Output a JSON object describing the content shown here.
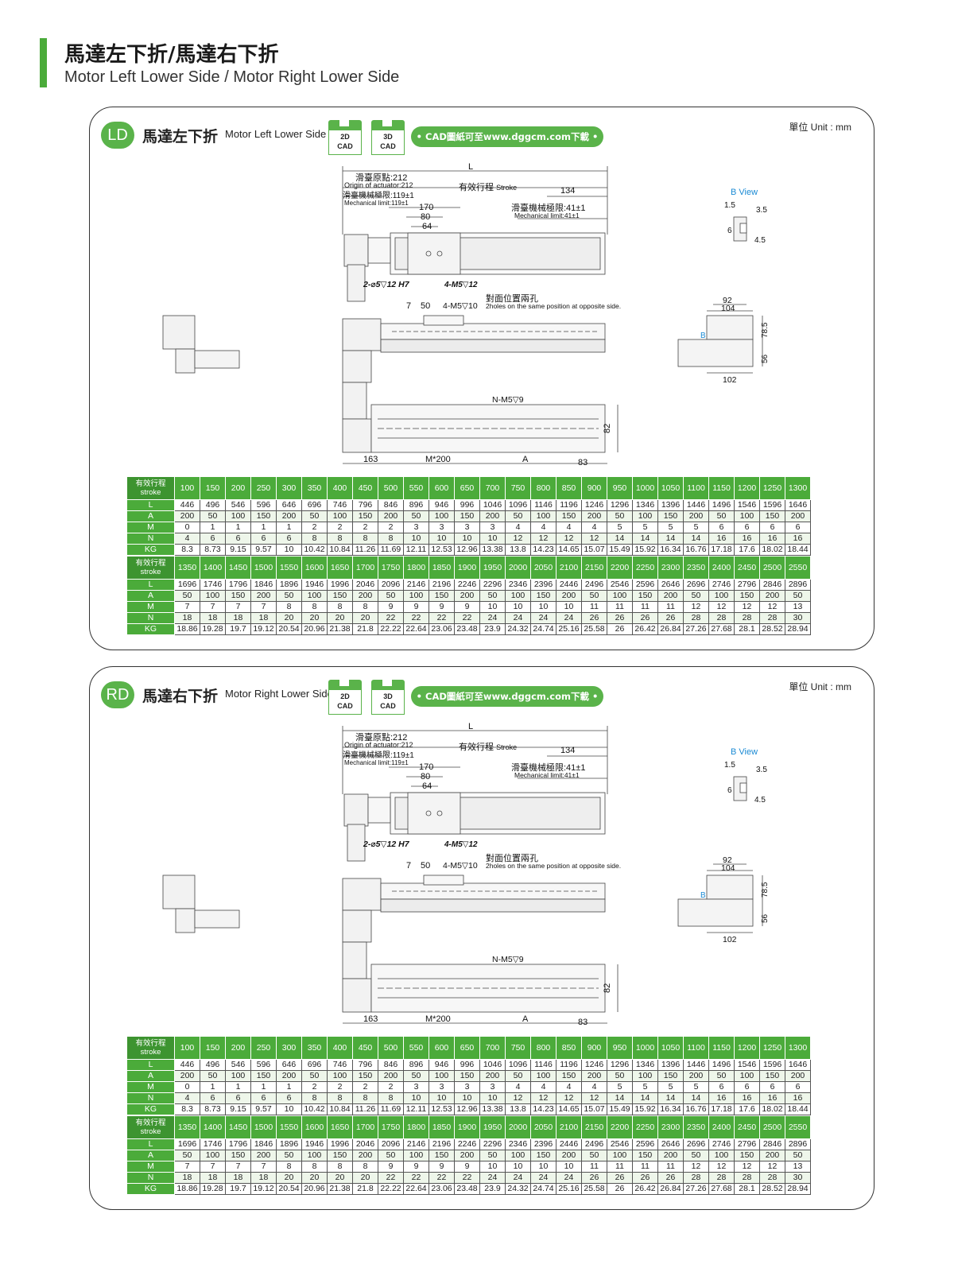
{
  "header": {
    "title_zh": "馬達左下折/馬達右下折",
    "title_en": "Motor Left Lower Side / Motor Right Lower Side"
  },
  "sections": [
    {
      "badge": "LD",
      "title_zh": "馬達左下折",
      "title_en": "Motor Left Lower Side",
      "cad_2d": [
        "2D",
        "CAD"
      ],
      "cad_3d": [
        "3D",
        "CAD"
      ],
      "download_note": "• CAD圖紙可至www.dggcm.com下載 •",
      "unit": "單位 Unit : mm",
      "drawing": {
        "L": "L",
        "origin_zh": "滑臺原點:212",
        "origin_en": "Origin of actuator:212",
        "stroke_zh": "有效行程",
        "stroke_en": "Stroke",
        "mech119_zh": "滑臺機械極限:119±1",
        "mech119_en": "Mechanical limit:119±1",
        "mech41_zh": "滑臺機械極限:41±1",
        "mech41_en": "Mechanical limit:41±1",
        "d170": "170",
        "d80": "80",
        "d64": "64",
        "d134": "134",
        "hole1": "2-⌀5▽12 H7",
        "hole2": "4-M5▽12",
        "hole3": "4-M5▽10",
        "d7": "7",
        "d50": "50",
        "opp_zh": "對面位置兩孔",
        "opp_en": "2holes on the same position at opposite side.",
        "nm5": "N-M5▽9",
        "d163": "163",
        "m200": "M*200",
        "a": "A",
        "d83": "83",
        "d82": "82",
        "bview": "B  View",
        "b15": "1.5",
        "b35": "3.5",
        "b6": "6",
        "b45": "4.5",
        "d92": "92",
        "d104": "104",
        "d785": "78.5",
        "d56": "56",
        "d102": "102",
        "b": "B"
      }
    },
    {
      "badge": "RD",
      "title_zh": "馬達右下折",
      "title_en": "Motor Right Lower Side",
      "cad_2d": [
        "2D",
        "CAD"
      ],
      "cad_3d": [
        "3D",
        "CAD"
      ],
      "download_note": "• CAD圖紙可至www.dggcm.com下載 •",
      "unit": "單位 Unit : mm",
      "drawing": {
        "L": "L",
        "origin_zh": "滑臺原點:212",
        "origin_en": "Origin of actuator:212",
        "stroke_zh": "有效行程",
        "stroke_en": "Stroke",
        "mech119_zh": "滑臺機械極限:119±1",
        "mech119_en": "Mechanical limit:119±1",
        "mech41_zh": "滑臺機械極限:41±1",
        "mech41_en": "Mechanical limit:41±1",
        "d170": "170",
        "d80": "80",
        "d64": "64",
        "d134": "134",
        "hole1": "2-⌀5▽12 H7",
        "hole2": "4-M5▽12",
        "hole3": "4-M5▽10",
        "d7": "7",
        "d50": "50",
        "opp_zh": "對面位置兩孔",
        "opp_en": "2holes on the same position at opposite side.",
        "nm5": "N-M5▽9",
        "d163": "163",
        "m200": "M*200",
        "a": "A",
        "d83": "83",
        "d82": "82",
        "bview": "B  View",
        "b15": "1.5",
        "b35": "3.5",
        "b6": "6",
        "b45": "4.5",
        "d92": "92",
        "d104": "104",
        "d785": "78.5",
        "d56": "56",
        "d102": "102",
        "b": "B"
      }
    }
  ],
  "table": {
    "stroke_label_zh": "有效行程",
    "stroke_label_en": "stroke",
    "row_labels": [
      "L",
      "A",
      "M",
      "N",
      "KG"
    ],
    "part1": {
      "stroke": [
        "100",
        "150",
        "200",
        "250",
        "300",
        "350",
        "400",
        "450",
        "500",
        "550",
        "600",
        "650",
        "700",
        "750",
        "800",
        "850",
        "900",
        "950",
        "1000",
        "1050",
        "1100",
        "1150",
        "1200",
        "1250",
        "1300"
      ],
      "L": [
        "446",
        "496",
        "546",
        "596",
        "646",
        "696",
        "746",
        "796",
        "846",
        "896",
        "946",
        "996",
        "1046",
        "1096",
        "1146",
        "1196",
        "1246",
        "1296",
        "1346",
        "1396",
        "1446",
        "1496",
        "1546",
        "1596",
        "1646"
      ],
      "A": [
        "200",
        "50",
        "100",
        "150",
        "200",
        "50",
        "100",
        "150",
        "200",
        "50",
        "100",
        "150",
        "200",
        "50",
        "100",
        "150",
        "200",
        "50",
        "100",
        "150",
        "200",
        "50",
        "100",
        "150",
        "200"
      ],
      "M": [
        "0",
        "1",
        "1",
        "1",
        "1",
        "2",
        "2",
        "2",
        "2",
        "3",
        "3",
        "3",
        "3",
        "4",
        "4",
        "4",
        "4",
        "5",
        "5",
        "5",
        "5",
        "6",
        "6",
        "6",
        "6"
      ],
      "N": [
        "4",
        "6",
        "6",
        "6",
        "6",
        "8",
        "8",
        "8",
        "8",
        "10",
        "10",
        "10",
        "10",
        "12",
        "12",
        "12",
        "12",
        "14",
        "14",
        "14",
        "14",
        "16",
        "16",
        "16",
        "16"
      ],
      "KG": [
        "8.3",
        "8.73",
        "9.15",
        "9.57",
        "10",
        "10.42",
        "10.84",
        "11.26",
        "11.69",
        "12.11",
        "12.53",
        "12.96",
        "13.38",
        "13.8",
        "14.23",
        "14.65",
        "15.07",
        "15.49",
        "15.92",
        "16.34",
        "16.76",
        "17.18",
        "17.6",
        "18.02",
        "18.44"
      ]
    },
    "part2": {
      "stroke": [
        "1350",
        "1400",
        "1450",
        "1500",
        "1550",
        "1600",
        "1650",
        "1700",
        "1750",
        "1800",
        "1850",
        "1900",
        "1950",
        "2000",
        "2050",
        "2100",
        "2150",
        "2200",
        "2250",
        "2300",
        "2350",
        "2400",
        "2450",
        "2500",
        "2550"
      ],
      "L": [
        "1696",
        "1746",
        "1796",
        "1846",
        "1896",
        "1946",
        "1996",
        "2046",
        "2096",
        "2146",
        "2196",
        "2246",
        "2296",
        "2346",
        "2396",
        "2446",
        "2496",
        "2546",
        "2596",
        "2646",
        "2696",
        "2746",
        "2796",
        "2846",
        "2896"
      ],
      "A": [
        "50",
        "100",
        "150",
        "200",
        "50",
        "100",
        "150",
        "200",
        "50",
        "100",
        "150",
        "200",
        "50",
        "100",
        "150",
        "200",
        "50",
        "100",
        "150",
        "200",
        "50",
        "100",
        "150",
        "200",
        "50"
      ],
      "M": [
        "7",
        "7",
        "7",
        "7",
        "8",
        "8",
        "8",
        "8",
        "9",
        "9",
        "9",
        "9",
        "10",
        "10",
        "10",
        "10",
        "11",
        "11",
        "11",
        "11",
        "12",
        "12",
        "12",
        "12",
        "13"
      ],
      "N": [
        "18",
        "18",
        "18",
        "18",
        "20",
        "20",
        "20",
        "20",
        "22",
        "22",
        "22",
        "22",
        "24",
        "24",
        "24",
        "24",
        "26",
        "26",
        "26",
        "26",
        "28",
        "28",
        "28",
        "28",
        "30"
      ],
      "KG": [
        "18.86",
        "19.28",
        "19.7",
        "19.12",
        "20.54",
        "20.96",
        "21.38",
        "21.8",
        "22.22",
        "22.64",
        "23.06",
        "23.48",
        "23.9",
        "24.32",
        "24.74",
        "25.16",
        "25.58",
        "26",
        "26.42",
        "26.84",
        "27.26",
        "27.68",
        "28.1",
        "28.52",
        "28.94"
      ]
    }
  },
  "colors": {
    "accent": "#4bab3a",
    "accent_dark": "#3d9430"
  }
}
